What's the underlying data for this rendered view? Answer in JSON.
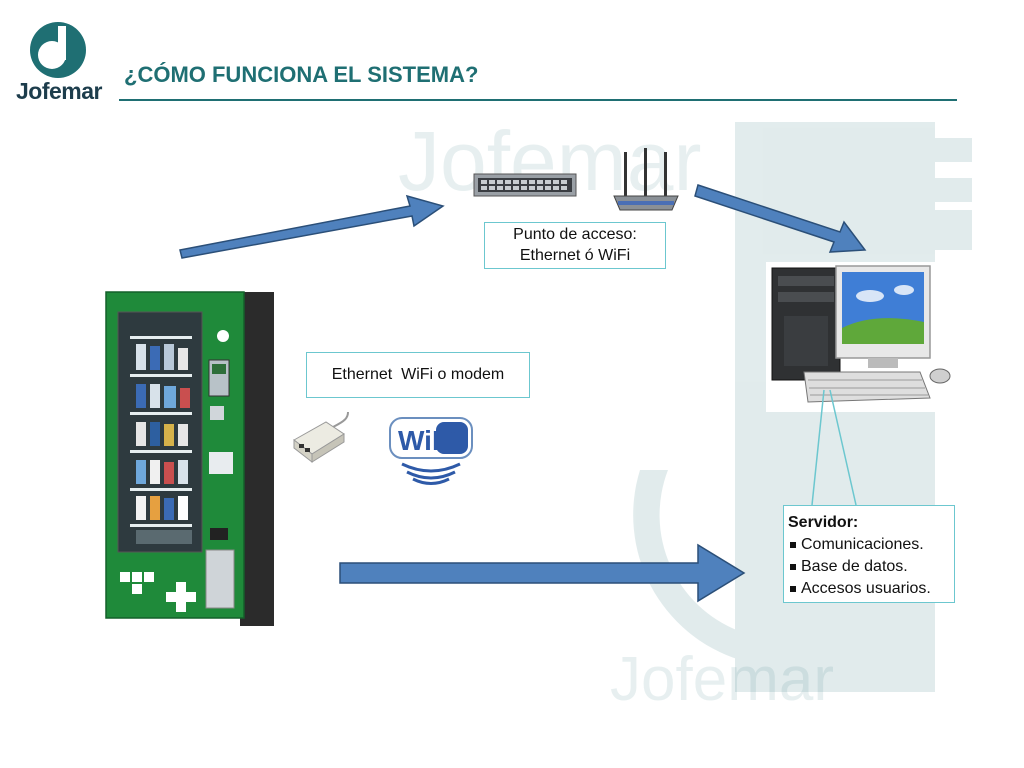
{
  "header": {
    "brand": "Jofemar",
    "title": "¿CÓMO FUNCIONA EL SISTEMA?"
  },
  "watermark": {
    "text_top": "Jofemar",
    "text_bottom": "Jofemar"
  },
  "access_point": {
    "line1": "Punto de acceso:",
    "line2": "Ethernet ó WiFi"
  },
  "connection": {
    "label": "Ethernet  WiFi o modem",
    "wifi_logo": "WiFi"
  },
  "server": {
    "title": "Servidor:",
    "items": [
      "Comunicaciones.",
      "Base de datos.",
      "Accesos usuarios."
    ]
  },
  "colors": {
    "accent": "#1f6f73",
    "arrow_fill": "#4f81bd",
    "box_border": "#6cc7cf",
    "machine_green": "#1f8a3a"
  }
}
